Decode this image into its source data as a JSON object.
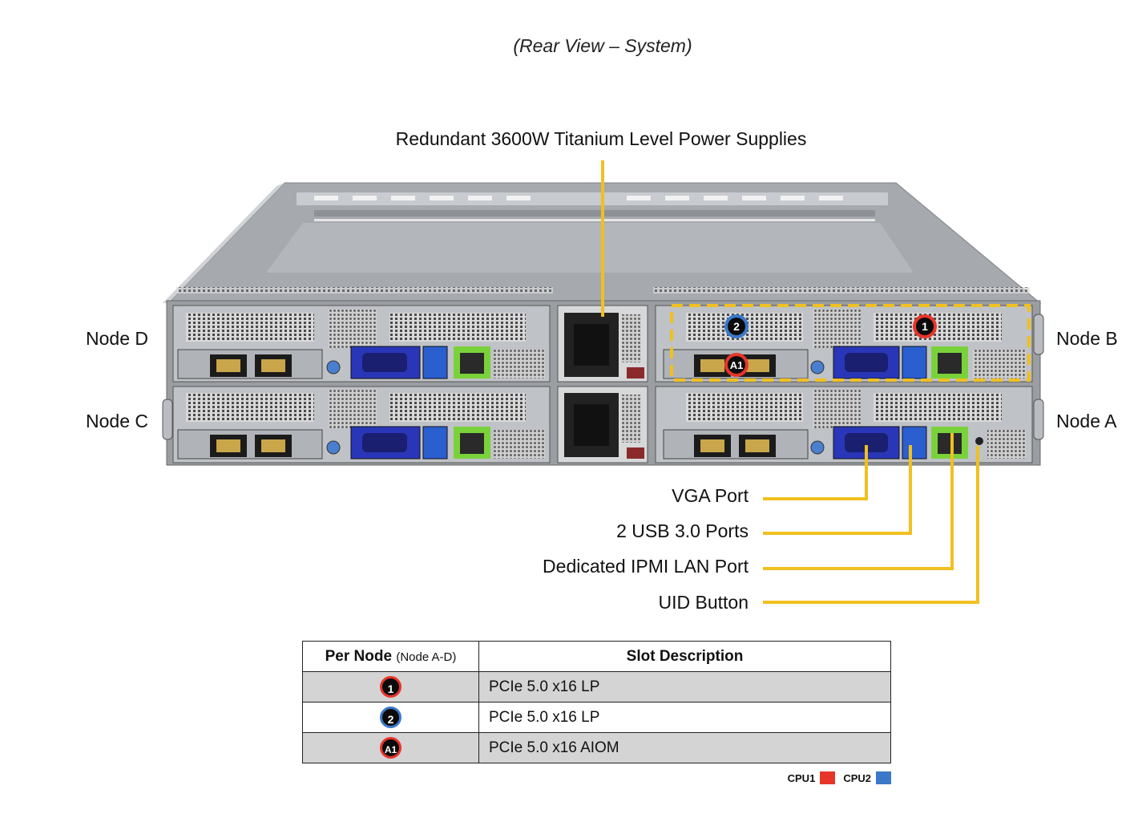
{
  "title": "(Rear View – System)",
  "psu_label": "Redundant  3600W Titanium  Level Power Supplies",
  "nodes": {
    "d": "Node D",
    "c": "Node C",
    "b": "Node B",
    "a": "Node A"
  },
  "callouts": {
    "vga": "VGA Port",
    "usb": "2 USB 3.0 Ports",
    "ipmi": "Dedicated IPMI  LAN Port",
    "uid": "UID  Button"
  },
  "table": {
    "header_node": "Per Node",
    "header_node_sub": "(Node A-D)",
    "header_desc": "Slot Description",
    "rows": [
      {
        "badge": "1",
        "cpu": "CPU1",
        "desc": "PCIe  5.0  x16  LP"
      },
      {
        "badge": "2",
        "cpu": "CPU2",
        "desc": "PCIe  5.0  x16  LP"
      },
      {
        "badge": "A1",
        "cpu": "CPU1",
        "desc": "PCIe  5.0  x16  AIOM"
      }
    ]
  },
  "legend": [
    {
      "label": "CPU1",
      "color": "#e8352a"
    },
    {
      "label": "CPU2",
      "color": "#3a78c9"
    }
  ],
  "colors": {
    "callout_line": "#f0c020",
    "cpu1": "#e8352a",
    "cpu2": "#3a78c9",
    "highlight": "#f0c020"
  }
}
